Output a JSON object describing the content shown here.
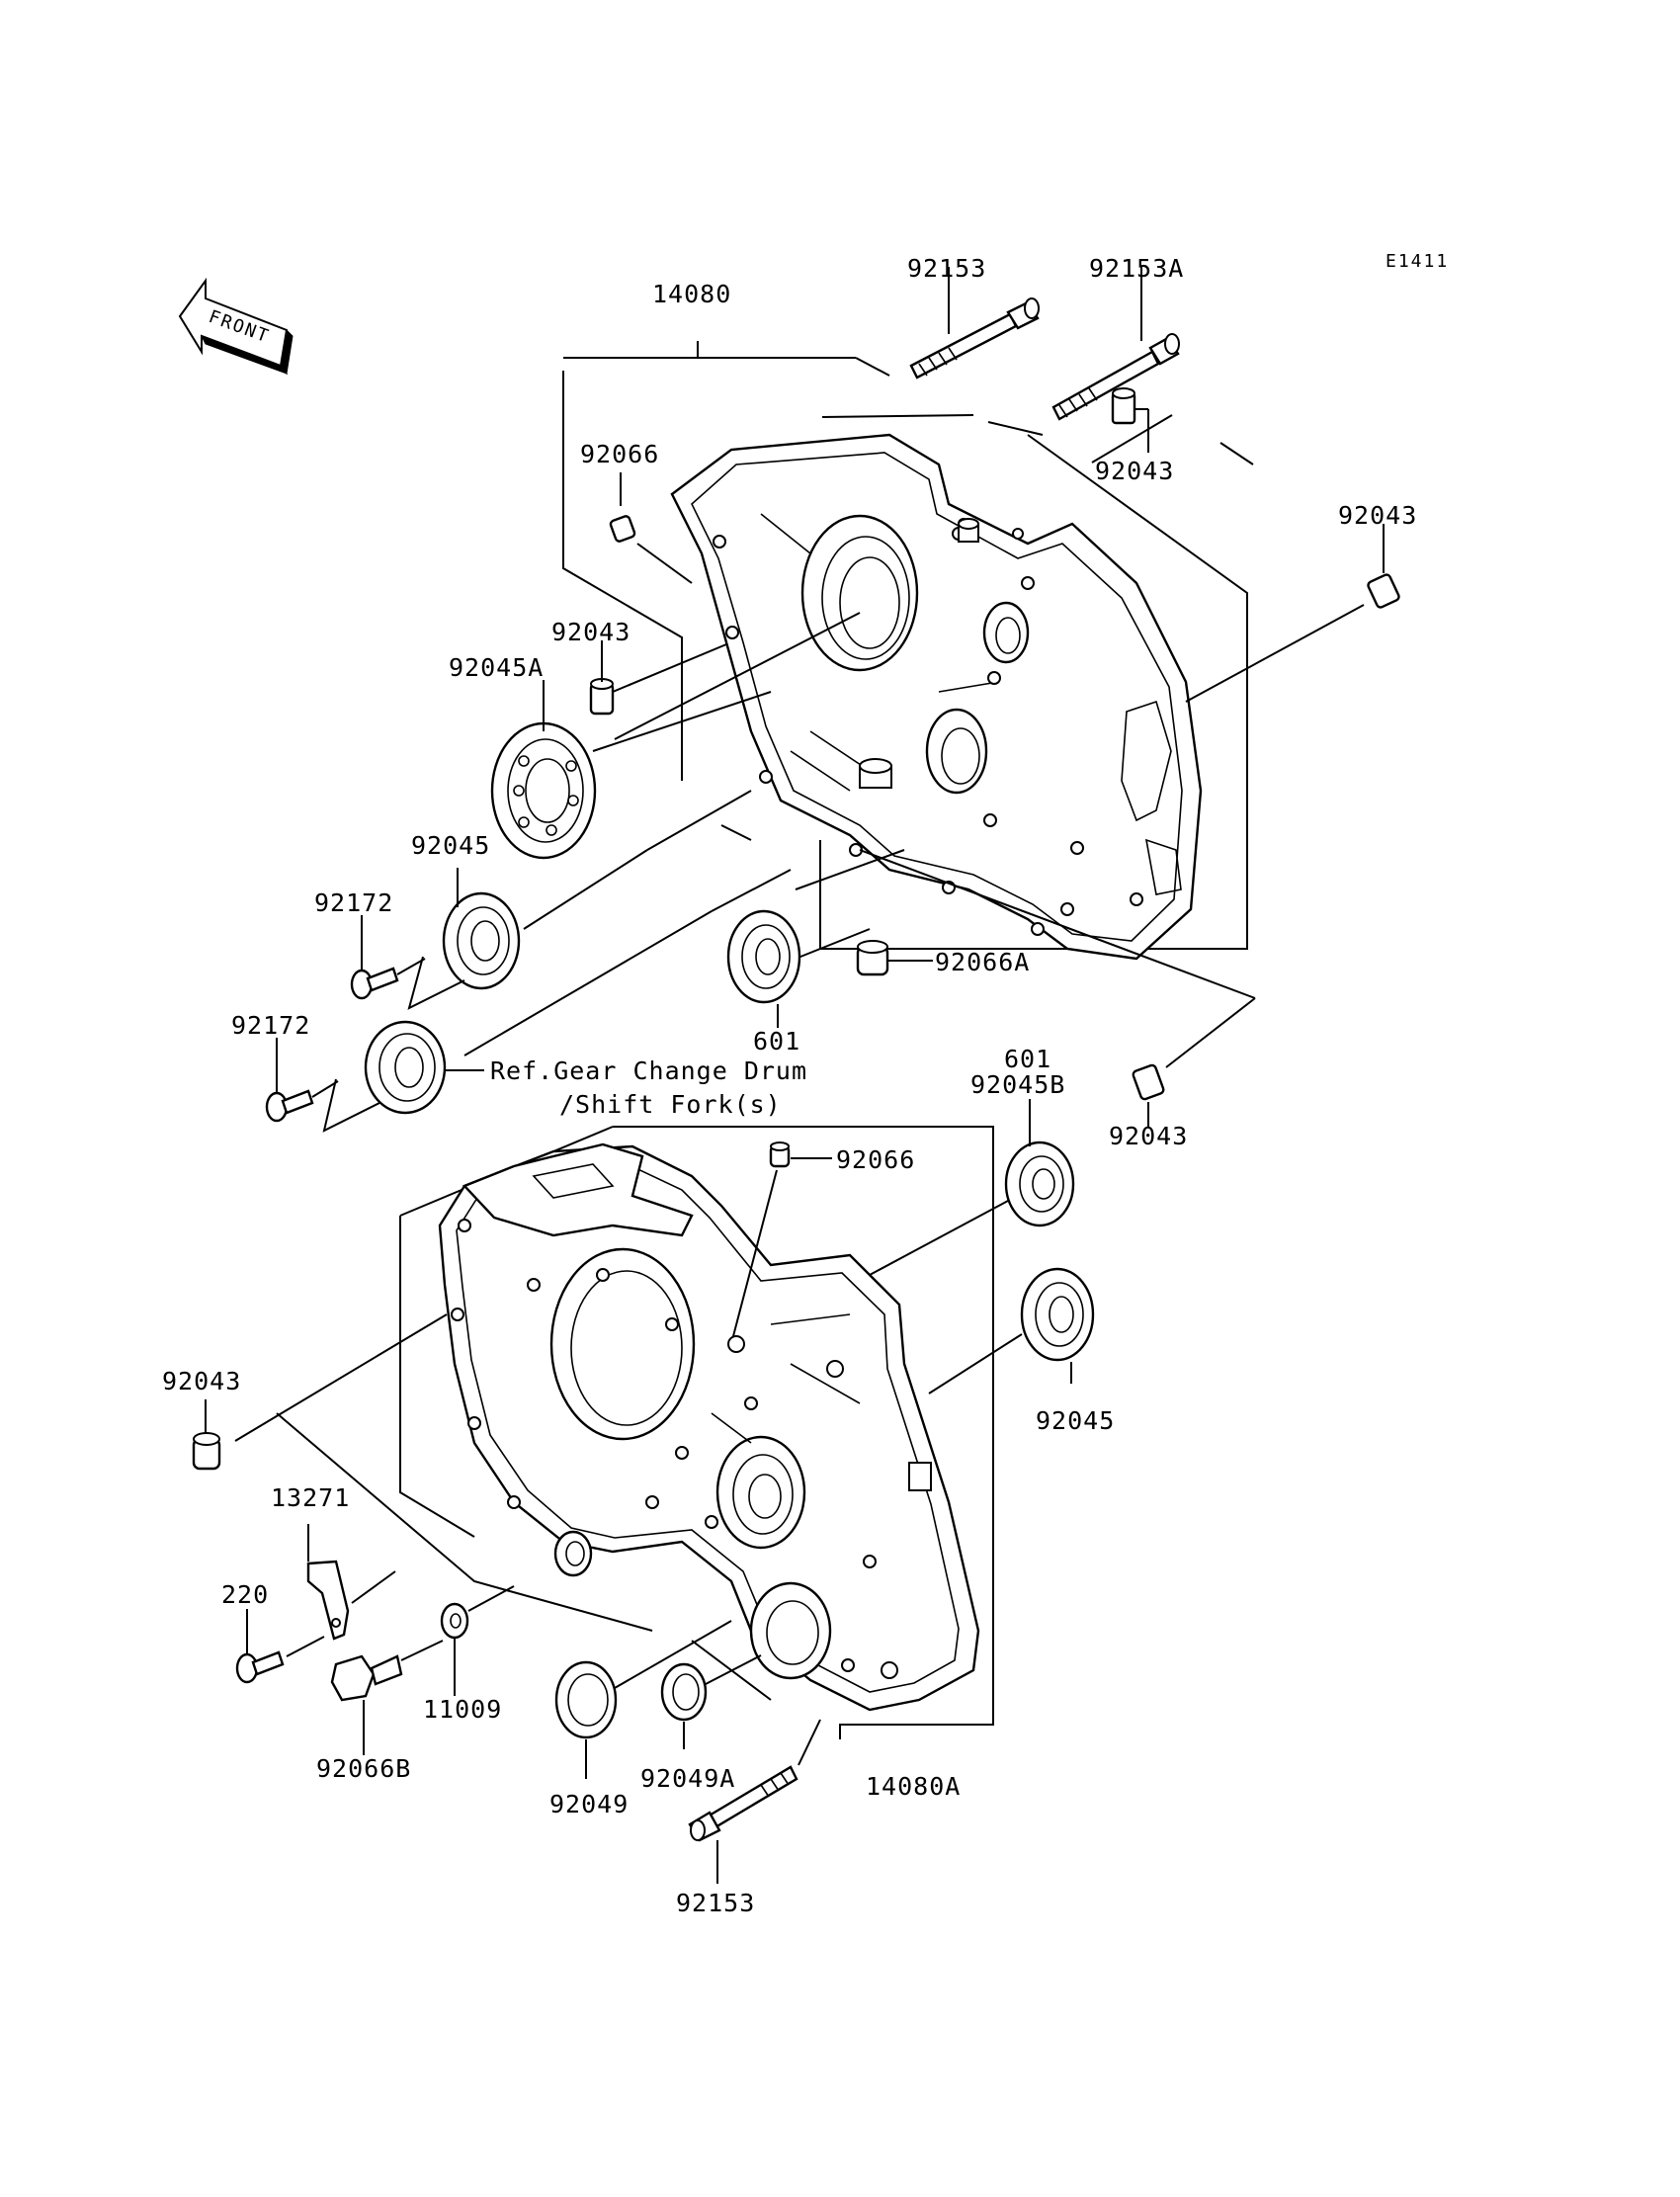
{
  "diagram_code": "E1411",
  "front_arrow_label": "FRONT",
  "labels": {
    "upper_case": "14080",
    "lower_case": "14080A",
    "bolt_top": "92153",
    "bolt_top_a": "92153A",
    "bolt_bottom": "92153",
    "dowel_top_right": "92043",
    "dowel_far_right": "92043",
    "dowel_left_upper": "92043",
    "dowel_right_lower": "92043",
    "dowel_left_lower": "92043",
    "pin_top": "92066",
    "pin_lower": "92066",
    "plug_a": "92066A",
    "plug_b": "92066B",
    "bearing_a": "92045A",
    "bearing_left": "92045",
    "bearing_right": "92045",
    "bearing_b": "92045B",
    "bearing_601_upper": "601",
    "bearing_601_lower": "601",
    "screw_upper": "92172",
    "screw_lower": "92172",
    "ref_note_line1": "Ref.Gear Change Drum",
    "ref_note_line2": "/Shift Fork(s)",
    "bracket": "13271",
    "screw_220": "220",
    "washer": "11009",
    "seal": "92049",
    "seal_a": "92049A"
  }
}
